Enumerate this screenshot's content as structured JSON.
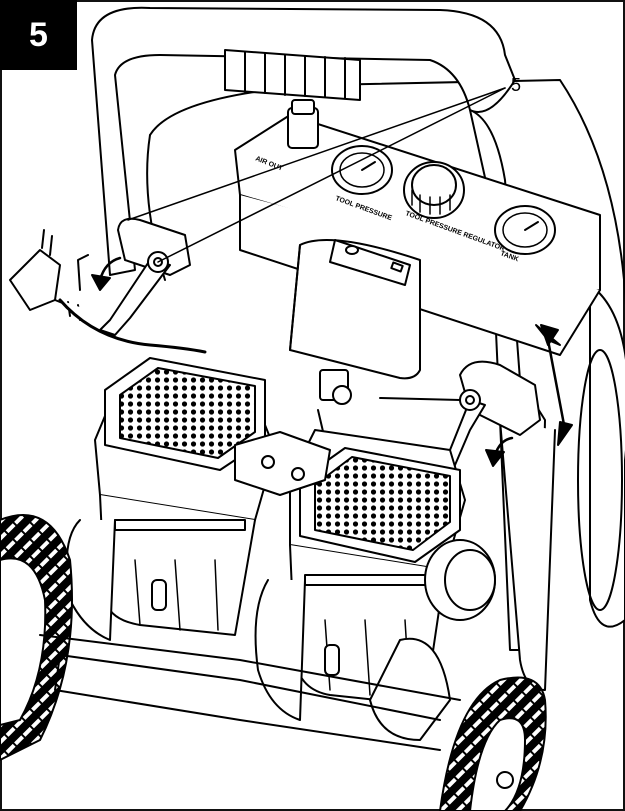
{
  "figure": {
    "number": "5"
  },
  "callouts": [
    {
      "label": "5"
    }
  ],
  "panel_labels": {
    "air_out": "AIR OUT",
    "tool_pressure": "TOOL PRESSURE",
    "tool_pressure_regulator": "TOOL PRESSURE REGULATOR",
    "tank": "TANK"
  },
  "colors": {
    "ink": "#000000",
    "paper": "#ffffff",
    "badge": "#000000"
  }
}
